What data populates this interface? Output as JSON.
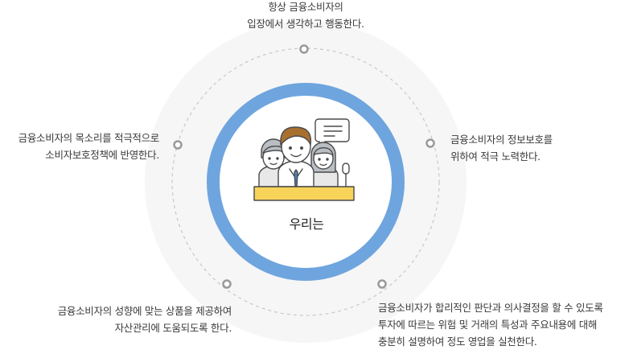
{
  "center": {
    "label": "우리는",
    "icon": "people-at-podium-icon"
  },
  "statements": {
    "top": [
      "항상 금융소비자의",
      "입장에서 생각하고 행동한다."
    ],
    "left": [
      "금융소비자의 목소리를 적극적으로",
      "소비자보호정책에 반영한다."
    ],
    "right": [
      "금융소비자의 정보보호를",
      "위하여 적극 노력한다."
    ],
    "bottom_left": [
      "금융소비자의 성향에 맞는 상품을 제공하여",
      "자산관리에 도움되도록 한다."
    ],
    "bottom_right": [
      "금융소비자가 합리적인 판단과 의사결정을 할 수 있도록",
      "투자에 따르는 위험 및 거래의 특성과 주요내용에 대해",
      "충분히 설명하여 정도 영업을 실천한다."
    ]
  },
  "colors": {
    "ring": "#6fa5de",
    "halo": "#f6f6f6",
    "dashed_orbit": "#c8c8c8",
    "node": "#9a9a9a",
    "podium": "#f7d35a",
    "podium_edge": "#4a4a4a"
  }
}
